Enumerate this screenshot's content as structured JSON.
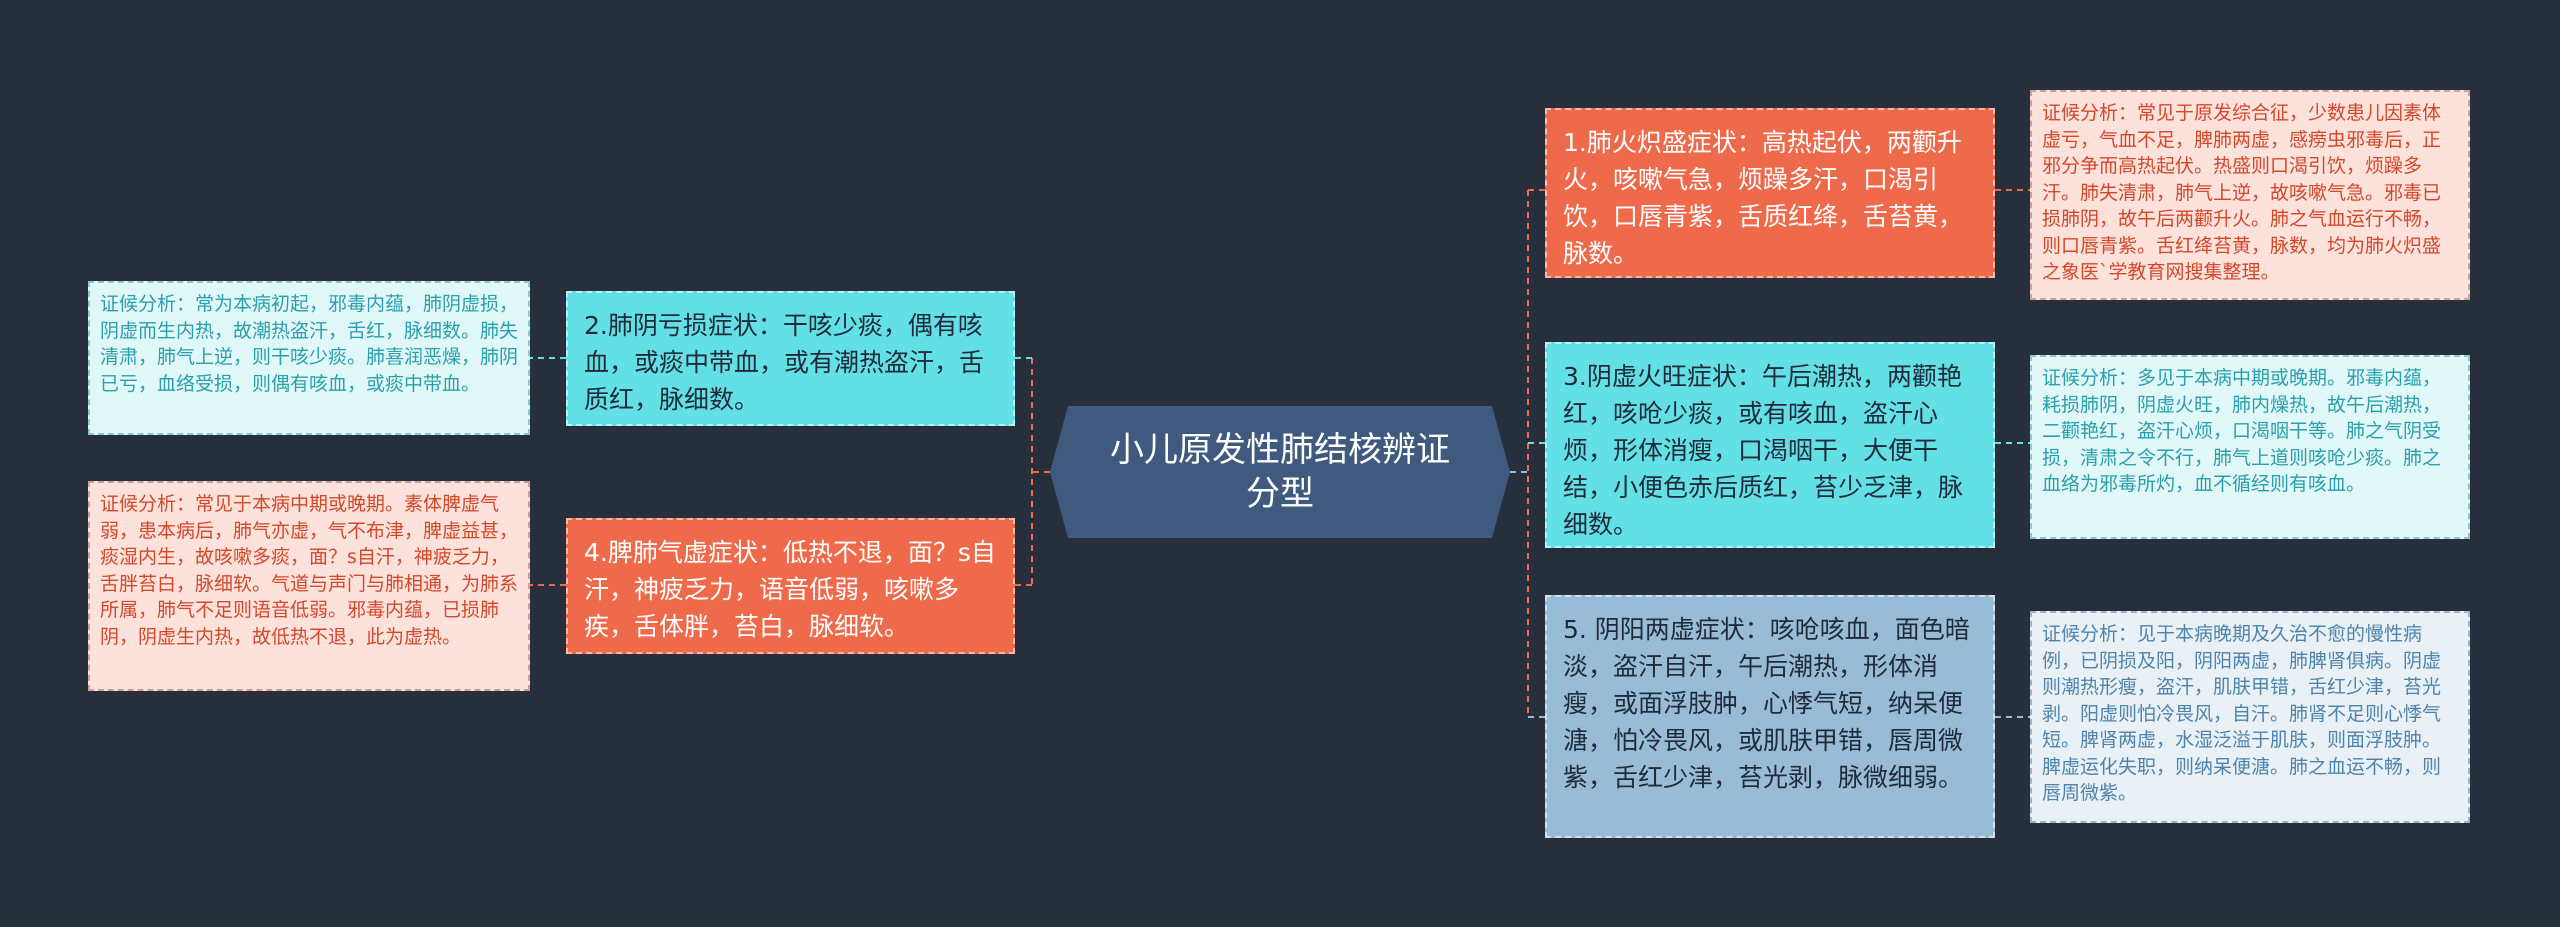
{
  "title": "小儿原发性肺结核辨证分型",
  "branches": [
    {
      "id": "b1",
      "label": "1.肺火炽盛症状：高热起伏，两颧升火，咳嗽气急，烦躁多汗，口渴引饮，口唇青紫，舌质红绛，舌苔黄，脉数。",
      "analysis": "证候分析：常见于原发综合征，少数患儿因素体虚亏，气血不足，脾肺两虚，感痨虫邪毒后，正邪分争而高热起伏。热盛则口渴引饮，烦躁多汗。肺失清肃，肺气上逆，故咳嗽气急。邪毒已损肺阴，故午后两颧升火。肺之气血运行不畅，则口唇青紫。舌红绛苔黄，脉数，均为肺火炽盛之象医`学教育网搜集整理。"
    },
    {
      "id": "b2",
      "label": "2.肺阴亏损症状：干咳少痰，偶有咳血，或痰中带血，或有潮热盗汗，舌质红，脉细数。",
      "analysis": "证候分析：常为本病初起，邪毒内蕴，肺阴虚损，阴虚而生内热，故潮热盗汗，舌红，脉细数。肺失清肃，肺气上逆，则干咳少痰。肺喜润恶燥，肺阴已亏，血络受损，则偶有咳血，或痰中带血。"
    },
    {
      "id": "b3",
      "label": "3.阴虚火旺症状：午后潮热，两颧艳红，咳呛少痰，或有咳血，盗汗心烦，形体消瘦，口渴咽干，大便干结，小便色赤后质红，苔少乏津，脉细数。",
      "analysis": "证候分析：多见于本病中期或晚期。邪毒内蕴，耗损肺阴，阴虚火旺，肺内燥热，故午后潮热，二颧艳红，盗汗心烦，口渴咽干等。肺之气阴受损，清肃之令不行，肺气上道则咳呛少痰。肺之血络为邪毒所灼，血不循经则有咳血。"
    },
    {
      "id": "b4",
      "label": "4.脾肺气虚症状：低热不退，面？s自汗，神疲乏力，语音低弱，咳嗽多疾，舌体胖，苔白，脉细软。",
      "analysis": "证候分析：常见于本病中期或晚期。素体脾虚气弱，患本病后，肺气亦虚，气不布津，脾虚益甚，痰湿内生，故咳嗽多痰，面？s自汗，神疲乏力，舌胖苔白，脉细软。气道与声门与肺相通，为肺系所属，肺气不足则语音低弱。邪毒内蕴，已损肺阴，阴虚生内热，故低热不退，此为虚热。"
    },
    {
      "id": "b5",
      "label": "5. 阴阳两虚症状：咳呛咳血，面色暗淡，盗汗自汗，午后潮热，形体消瘦，或面浮肢肿，心悸气短，纳呆便溏，怕冷畏风，或肌肤甲错，唇周微紫，舌红少津，苔光剥，脉微细弱。",
      "analysis": "证候分析：见于本病晚期及久治不愈的慢性病例，已阴损及阳，阴阳两虚，肺脾肾俱病。阴虚则潮热形瘦，盗汗，肌肤甲错，舌红少津，苔光剥。阳虚则怕冷畏风，自汗。肺肾不足则心悸气短。脾肾两虚，水湿泛溢于肌肤，则面浮肢肿。脾虚运化失职，则纳呆便溏。肺之血运不畅，则唇周微紫。"
    }
  ],
  "colors": {
    "background": "#272f3d",
    "center": "#3f5a7e",
    "red": "#ef6a4b",
    "cyan": "#63dfe6",
    "blue": "#98bcd6"
  }
}
